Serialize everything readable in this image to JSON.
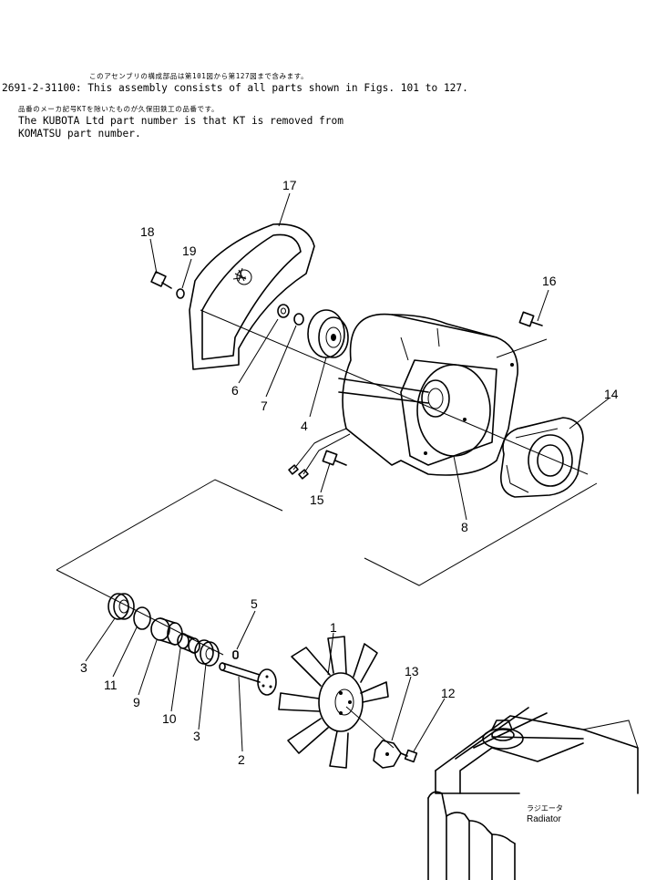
{
  "header": {
    "line1_jp": "このアセンブリの構成部品は第101図から第127図まで含みます。",
    "line2_en": "2691-2-31100: This assembly consists of all parts shown in Figs. 101 to 127.",
    "line3_jp": "品番のメーカ記号KTを除いたものが久保田鉄工の品番です。",
    "line4_en": "The KUBOTA Ltd part number is that KT is removed from",
    "line5_en": "KOMATSU part number."
  },
  "callouts": {
    "c1": "1",
    "c2": "2",
    "c3a": "3",
    "c3b": "3",
    "c4": "4",
    "c5": "5",
    "c6": "6",
    "c7": "7",
    "c8": "8",
    "c9": "9",
    "c10": "10",
    "c11": "11",
    "c12": "12",
    "c13": "13",
    "c14": "14",
    "c15": "15",
    "c16": "16",
    "c17": "17",
    "c18": "18",
    "c19": "19"
  },
  "radiator": {
    "label_jp": "ラジエータ",
    "label_en": "Radiator"
  }
}
